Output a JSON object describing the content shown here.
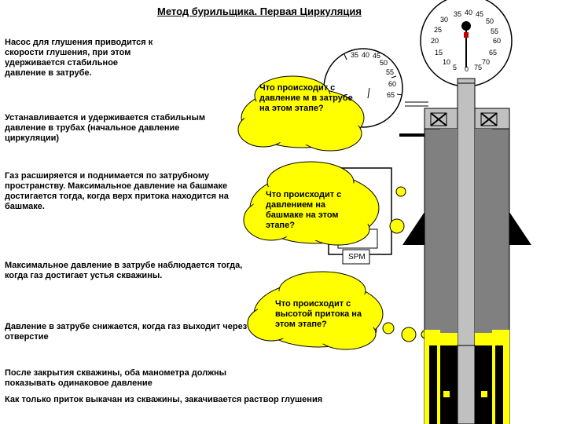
{
  "title": "Метод бурильщика. Первая Циркуляция",
  "steps": [
    "Насос для глушения приводится  к\nскорости глушения, при этом\nудерживается стабильное\nдавление в затрубе.",
    "Устанавливается и удерживается стабильным\nдавление в трубах (начальное давление\nциркуляции)",
    "Газ расширяется и поднимается по затрубному\nпространству. Максимальное давление на башмаке\nдостигается тогда, когда верх притока находится на\nбашмаке.",
    "Максимальное давление в затрубе наблюдается тогда,\nкогда газ достигает устья скважины.",
    "Давление в затрубе снижается, когда газ выходит через\nотверстие",
    "После закрытия скважины, оба манометра должны\nпоказывать одинаковое давление",
    "Как только приток выкачан из скважины, закачивается раствор глушения"
  ],
  "questions": [
    "Что происходит с\nдавление м в затрубе\nна этом этапе?",
    "Что происходит с\nдавлением на\nбашмаке на этом\nэтапе?",
    "Что происходит с\nвысотой притока на\nэтом этапе?"
  ],
  "spm_label": "SPM",
  "gauge_top": {
    "ticks": [
      "30",
      "35",
      "40",
      "45",
      "50",
      "25",
      "55",
      "20",
      "60",
      "15",
      "65",
      "10",
      "70",
      "5",
      "0",
      "75"
    ]
  },
  "gauge_left": {
    "ticks": [
      "35",
      "40",
      "45",
      "50",
      "55",
      "60",
      "65"
    ]
  },
  "colors": {
    "bubble": "#ffff00",
    "pipe": "#c0c0c0",
    "fluid": "#000000",
    "gas": "#ffff00"
  }
}
